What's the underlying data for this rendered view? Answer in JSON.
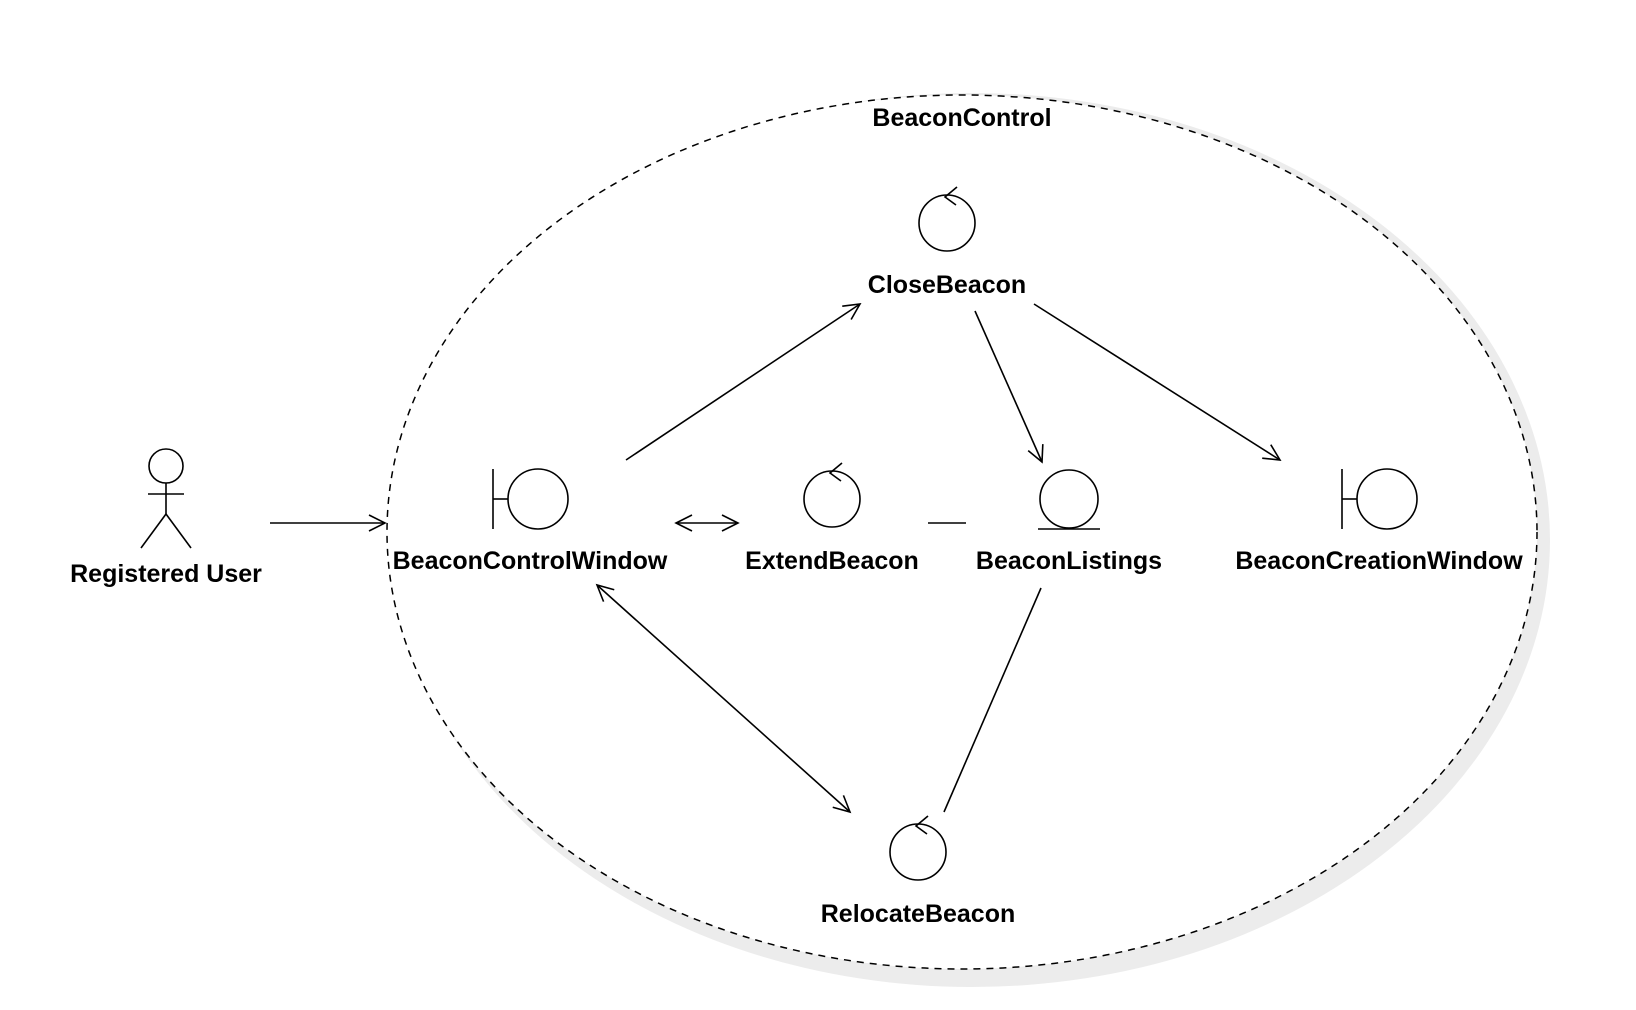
{
  "diagram": {
    "boundary_label": "BeaconControl",
    "actor": {
      "label": "Registered User",
      "icon": "actor-icon"
    },
    "nodes": [
      {
        "id": "close-beacon",
        "type": "control",
        "label": "CloseBeacon",
        "icon": "control-icon"
      },
      {
        "id": "beacon-control-window",
        "type": "boundary",
        "label": "BeaconControlWindow",
        "icon": "boundary-icon"
      },
      {
        "id": "extend-beacon",
        "type": "control",
        "label": "ExtendBeacon",
        "icon": "control-icon"
      },
      {
        "id": "beacon-listings",
        "type": "entity",
        "label": "BeaconListings",
        "icon": "entity-icon"
      },
      {
        "id": "beacon-creation-window",
        "type": "boundary",
        "label": "BeaconCreationWindow",
        "icon": "boundary-icon"
      },
      {
        "id": "relocate-beacon",
        "type": "control",
        "label": "RelocateBeacon",
        "icon": "control-icon"
      }
    ],
    "connections": [
      {
        "from": "registered-user",
        "to": "beacon-control",
        "arrow": "end"
      },
      {
        "from": "beacon-control-window",
        "to": "close-beacon",
        "arrow": "end"
      },
      {
        "from": "close-beacon",
        "to": "beacon-listings",
        "arrow": "end"
      },
      {
        "from": "close-beacon",
        "to": "beacon-creation-window",
        "arrow": "end"
      },
      {
        "from": "beacon-control-window",
        "to": "extend-beacon",
        "arrow": "both"
      },
      {
        "from": "extend-beacon",
        "to": "beacon-listings",
        "arrow": "none"
      },
      {
        "from": "beacon-control-window",
        "to": "relocate-beacon",
        "arrow": "both"
      },
      {
        "from": "beacon-listings",
        "to": "relocate-beacon",
        "arrow": "none"
      }
    ]
  }
}
